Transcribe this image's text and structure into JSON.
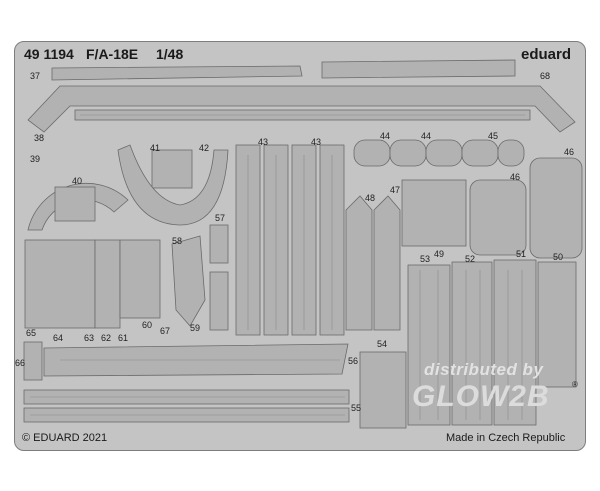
{
  "header": {
    "code": "49 1194",
    "model": "F/A-18E",
    "scale": "1/48",
    "brand": "eduard"
  },
  "footer": {
    "copyright": "© EDUARD 2021",
    "origin": "Made in Czech Republic"
  },
  "watermark": {
    "line1": "distributed by",
    "line2": "GLOW2B",
    "tm": "®"
  },
  "part_numbers": {
    "p37": "37",
    "p68": "68",
    "p38": "38",
    "p39": "39",
    "p40": "40",
    "p41": "41",
    "p42": "42",
    "p43a": "43",
    "p43b": "43",
    "p44a": "44",
    "p44b": "44",
    "p45": "45",
    "p46a": "46",
    "p46b": "46",
    "p47": "47",
    "p48": "48",
    "p49": "49",
    "p50": "50",
    "p51": "51",
    "p52": "52",
    "p53": "53",
    "p54": "54",
    "p55": "55",
    "p56": "56",
    "p57": "57",
    "p58": "58",
    "p59": "59",
    "p60": "60",
    "p61": "61",
    "p62": "62",
    "p63": "63",
    "p64": "64",
    "p65": "65",
    "p66": "66",
    "p67": "67"
  },
  "colors": {
    "fret": "#c4c4c4",
    "part": "#b2b2b2",
    "edge": "#6a6a6a"
  }
}
